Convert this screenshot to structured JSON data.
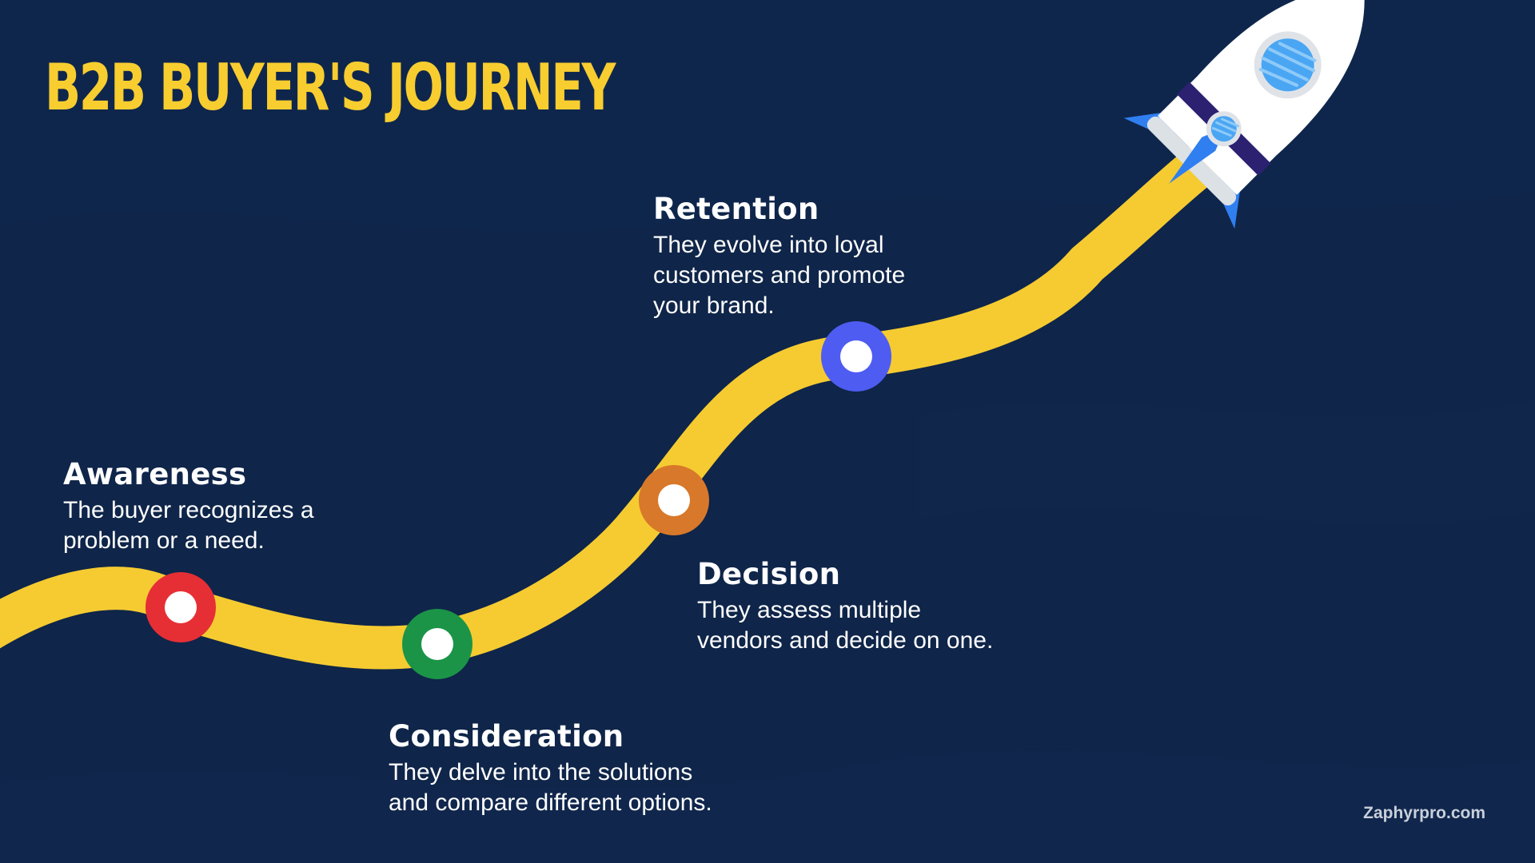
{
  "title": "B2B BUYER'S JOURNEY",
  "stages": [
    {
      "name": "Awareness",
      "description": "The buyer recognizes a\nproblem or a need.",
      "color": "#e62f35"
    },
    {
      "name": "Consideration",
      "description": "They delve into the solutions\nand compare different options.",
      "color": "#1b9447"
    },
    {
      "name": "Decision",
      "description": "They assess multiple\nvendors and decide on one.",
      "color": "#d8782a"
    },
    {
      "name": "Retention",
      "description": "They evolve into loyal\ncustomers and promote\nyour brand.",
      "color": "#4e5cf2"
    }
  ],
  "footer": "Zaphyrpro.com",
  "colors": {
    "background": "#0f2549",
    "title": "#f8cd2f",
    "path": "#f5cb31",
    "rocket_body": "#ffffff",
    "rocket_fin": "#2f7ff0",
    "rocket_band": "#2b2170"
  },
  "icons": [
    "rocket-icon"
  ]
}
